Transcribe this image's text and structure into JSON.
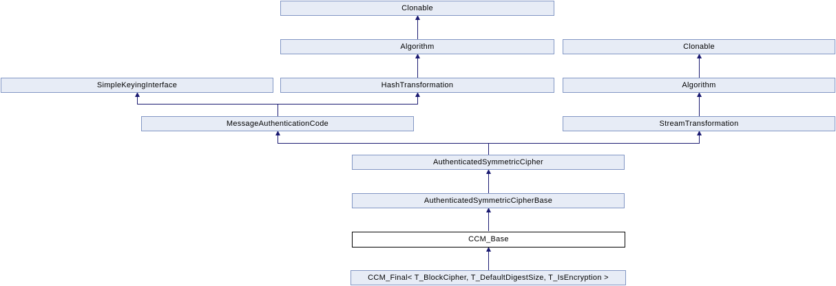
{
  "diagram": {
    "kind": "class-inheritance-graph",
    "colors": {
      "node_fill": "#E7ECF6",
      "node_border": "#8095C3",
      "current_node_fill": "#FFFFFF",
      "current_node_border": "#000000",
      "edge": "#191970",
      "text": "#000000",
      "background": "#FFFFFF"
    },
    "nodes": [
      {
        "id": "clonable-top",
        "label": "Clonable",
        "current": false
      },
      {
        "id": "algorithm-left",
        "label": "Algorithm",
        "current": false
      },
      {
        "id": "clonable-right",
        "label": "Clonable",
        "current": false
      },
      {
        "id": "simple-keying-interface",
        "label": "SimpleKeyingInterface",
        "current": false
      },
      {
        "id": "hash-transformation",
        "label": "HashTransformation",
        "current": false
      },
      {
        "id": "algorithm-right",
        "label": "Algorithm",
        "current": false
      },
      {
        "id": "message-authentication-code",
        "label": "MessageAuthenticationCode",
        "current": false
      },
      {
        "id": "stream-transformation",
        "label": "StreamTransformation",
        "current": false
      },
      {
        "id": "authenticated-symmetric-cipher",
        "label": "AuthenticatedSymmetricCipher",
        "current": false
      },
      {
        "id": "authenticated-symmetric-cipher-base",
        "label": "AuthenticatedSymmetricCipherBase",
        "current": false
      },
      {
        "id": "ccm-base",
        "label": "CCM_Base",
        "current": true
      },
      {
        "id": "ccm-final",
        "label": "CCM_Final< T_BlockCipher, T_DefaultDigestSize, T_IsEncryption >",
        "current": false
      }
    ],
    "edges": [
      {
        "child": "algorithm-left",
        "parent": "clonable-top"
      },
      {
        "child": "hash-transformation",
        "parent": "algorithm-left"
      },
      {
        "child": "message-authentication-code",
        "parent": "simple-keying-interface"
      },
      {
        "child": "message-authentication-code",
        "parent": "hash-transformation"
      },
      {
        "child": "algorithm-right",
        "parent": "clonable-right"
      },
      {
        "child": "stream-transformation",
        "parent": "algorithm-right"
      },
      {
        "child": "authenticated-symmetric-cipher",
        "parent": "message-authentication-code"
      },
      {
        "child": "authenticated-symmetric-cipher",
        "parent": "stream-transformation"
      },
      {
        "child": "authenticated-symmetric-cipher-base",
        "parent": "authenticated-symmetric-cipher"
      },
      {
        "child": "ccm-base",
        "parent": "authenticated-symmetric-cipher-base"
      },
      {
        "child": "ccm-final",
        "parent": "ccm-base"
      }
    ]
  }
}
